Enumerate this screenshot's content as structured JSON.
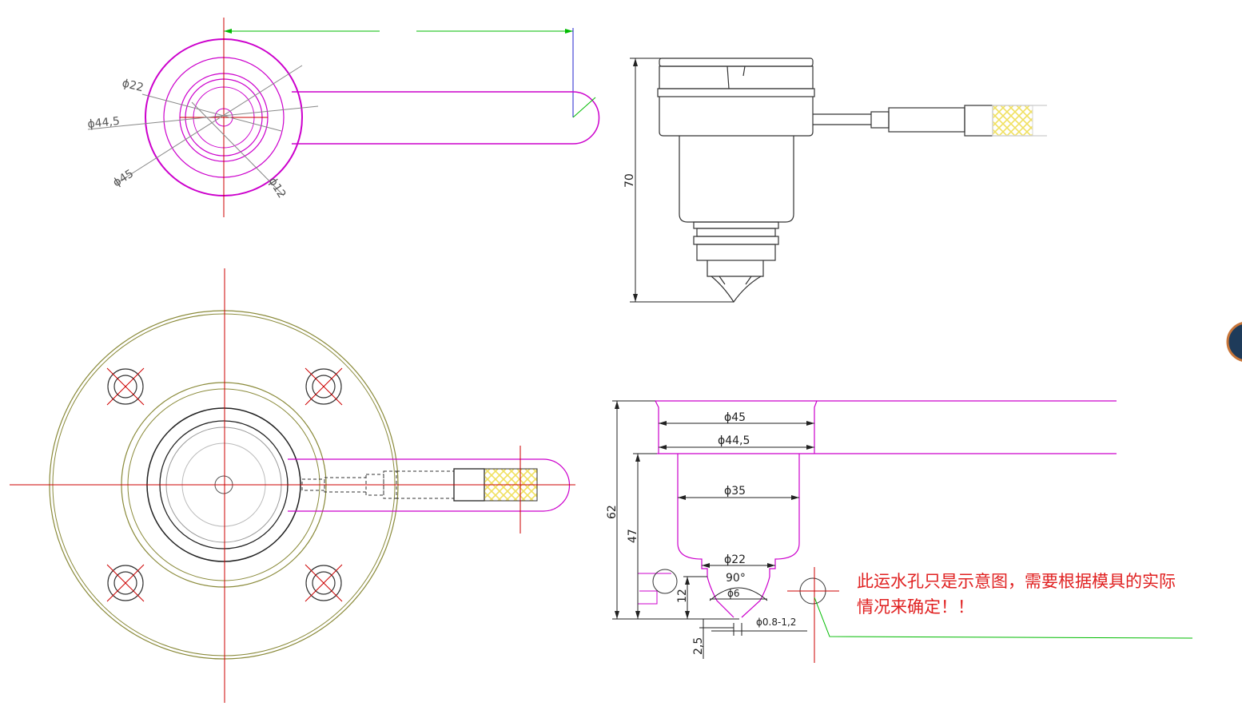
{
  "top_view": {
    "dims": {
      "d22": "ϕ22",
      "d44_5": "ϕ44,5",
      "d45": "ϕ45",
      "d12": "ϕ12"
    }
  },
  "side_view": {
    "dims": {
      "height": "70"
    }
  },
  "section_view": {
    "dims": {
      "d45": "ϕ45",
      "d44_5": "ϕ44,5",
      "d35": "ϕ35",
      "d22": "ϕ22",
      "angle": "90°",
      "d6": "ϕ6",
      "d_gate": "ϕ0.8-1,2",
      "h62": "62",
      "h47": "47",
      "h12": "12",
      "h2_5": "2,5"
    }
  },
  "note": {
    "line1": "此运水孔只是示意图，需要根据模具的实际",
    "line2": "情况来确定！！"
  },
  "colors": {
    "outline_magenta": "#cc00cc",
    "center_red": "#cc0000",
    "dimension_green": "#00bb00",
    "dimension_blue": "#2222cc",
    "flange_olive": "#8a8a3a",
    "braid_yellow": "#f0e060",
    "note_red": "#e02020"
  }
}
